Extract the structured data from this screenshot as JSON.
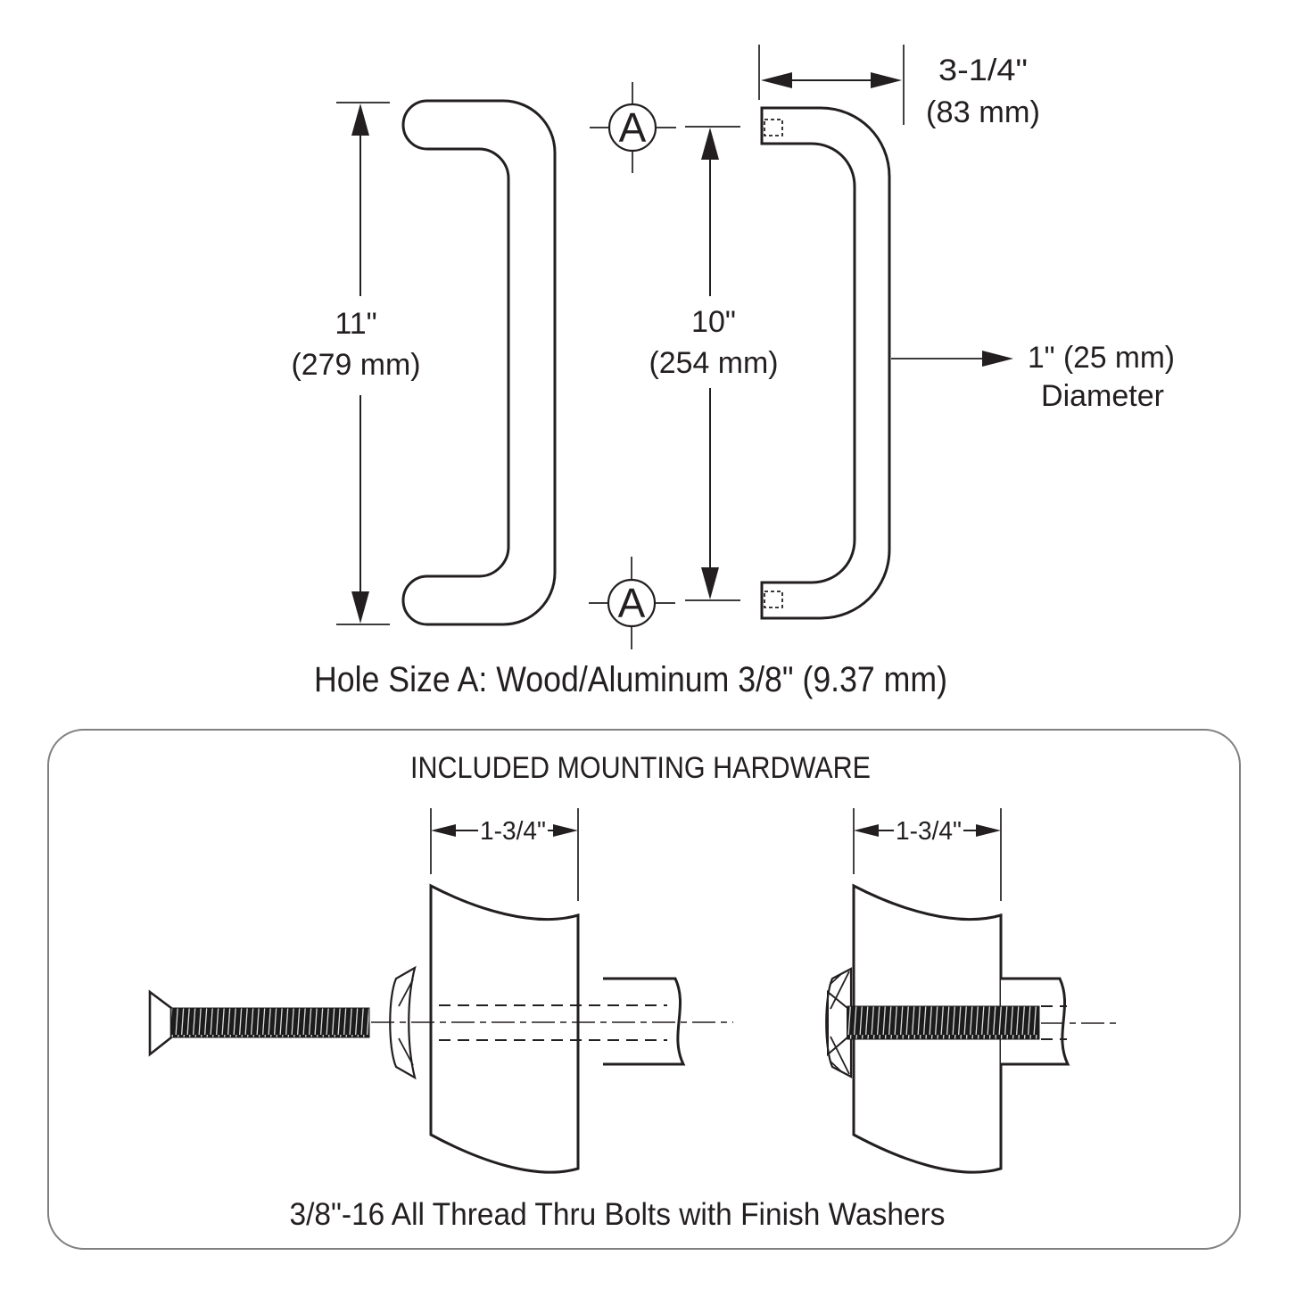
{
  "colors": {
    "line": "#231f20",
    "box_border": "#808080",
    "background": "#ffffff"
  },
  "top_drawing": {
    "height_dim": {
      "inches": "11\"",
      "metric": "(279 mm)"
    },
    "center_dim": {
      "inches": "10\"",
      "metric": "(254 mm)"
    },
    "projection_dim": {
      "inches": "3-1/4\"",
      "metric": "(83 mm)"
    },
    "diameter_label": {
      "line1": "1\" (25 mm)",
      "line2": "Diameter"
    },
    "datum_top": "A",
    "datum_bottom": "A",
    "hole_note": "Hole Size A: Wood/Aluminum 3/8\" (9.37 mm)"
  },
  "hardware_box": {
    "title": "INCLUDED MOUNTING HARDWARE",
    "left_dim": "1-3/4\"",
    "right_dim": "1-3/4\"",
    "caption": "3/8\"-16 All Thread Thru Bolts with Finish Washers"
  }
}
